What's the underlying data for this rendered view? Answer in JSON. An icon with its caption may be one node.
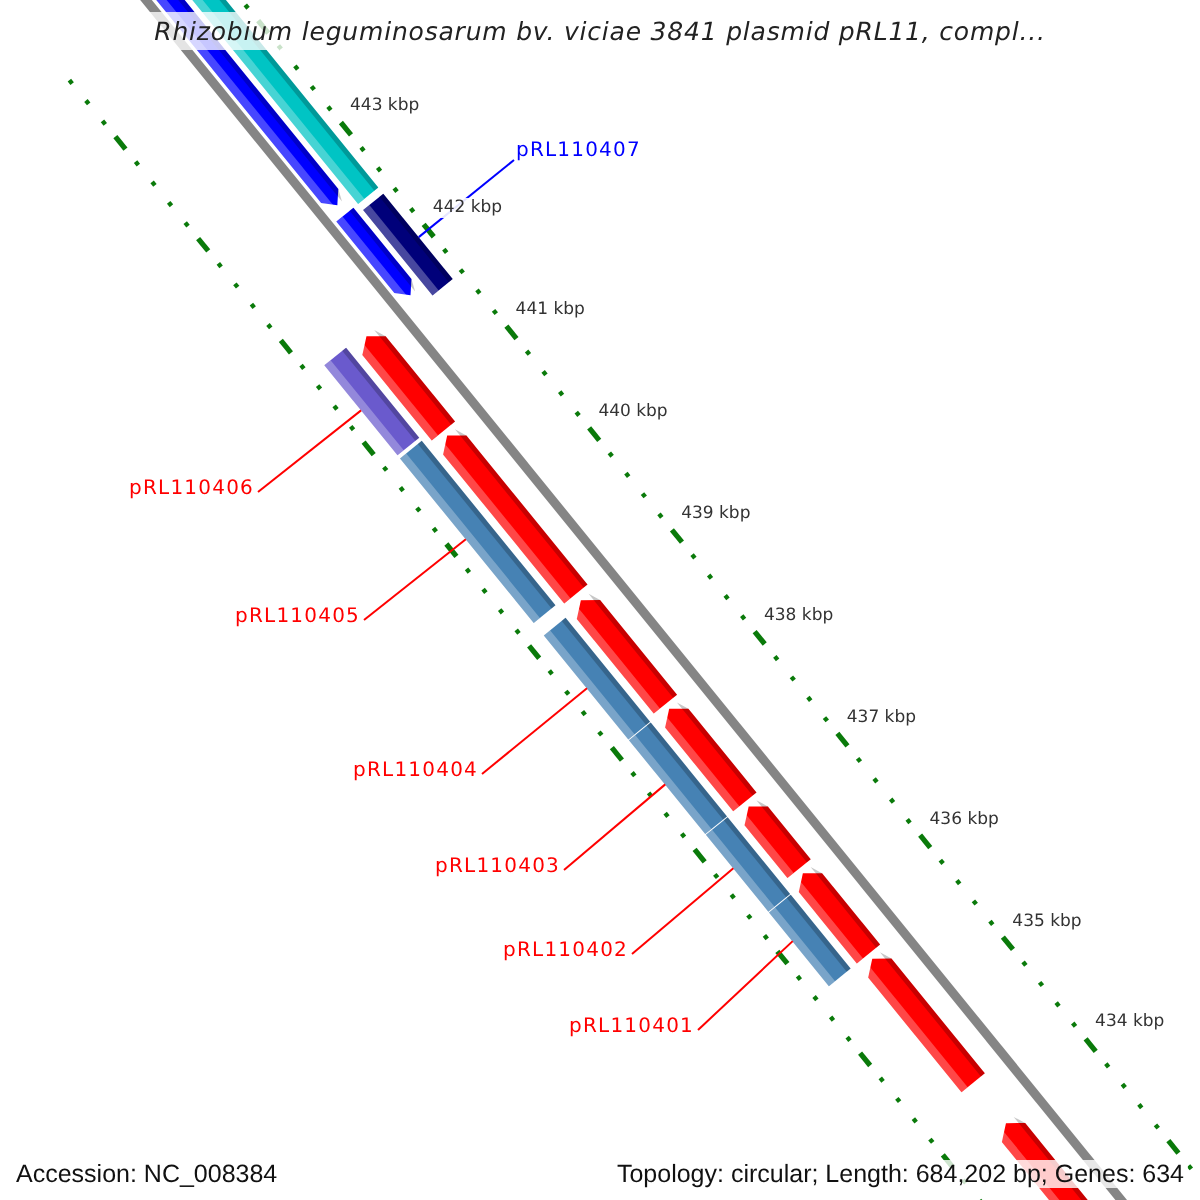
{
  "diagram": {
    "title": "Rhizobium leguminosarum bv. viciae 3841 plasmid pRL11, compl...",
    "nodes": [
      {
        "text": [
          "pRL110407"
        ]
      },
      {
        "text": [
          "pRL110406"
        ]
      },
      {
        "text": [
          "pRL110405"
        ]
      },
      {
        "text": [
          "pRL110404"
        ]
      },
      {
        "text": [
          "pRL110403"
        ]
      },
      {
        "text": [
          "pRL110402"
        ]
      },
      {
        "text": [
          "pRL110401"
        ]
      },
      {
        "text": [],
        "shape": "bar"
      },
      {
        "text": [],
        "shape": "bar"
      },
      {
        "text": [],
        "shape": "bar"
      },
      {
        "text": [],
        "shape": "bar"
      },
      {
        "text": [],
        "shape": "bar"
      },
      {
        "text": [],
        "shape": "bar"
      },
      {
        "text": [],
        "shape": "bar"
      }
    ],
    "edges": [
      {
        "from": 0,
        "to": 7,
        "arrow": "none",
        "color": "#0000ff"
      },
      {
        "from": 1,
        "to": 8,
        "arrow": "none"
      },
      {
        "from": 2,
        "to": 9,
        "arrow": "none"
      },
      {
        "from": 3,
        "to": 10,
        "arrow": "none"
      },
      {
        "from": 4,
        "to": 11,
        "arrow": "none"
      },
      {
        "from": 5,
        "to": 12,
        "arrow": "none"
      },
      {
        "from": 6,
        "to": 13,
        "arrow": "none"
      }
    ],
    "labels": [
      "443 kbp",
      "442 kbp",
      "441 kbp",
      "440 kbp",
      "439 kbp",
      "438 kbp",
      "437 kbp",
      "436 kbp",
      "435 kbp",
      "434 kbp",
      "Accession: NC_008384",
      "Topology: circular; Length: 684,202 bp; Genes: 634"
    ]
  }
}
